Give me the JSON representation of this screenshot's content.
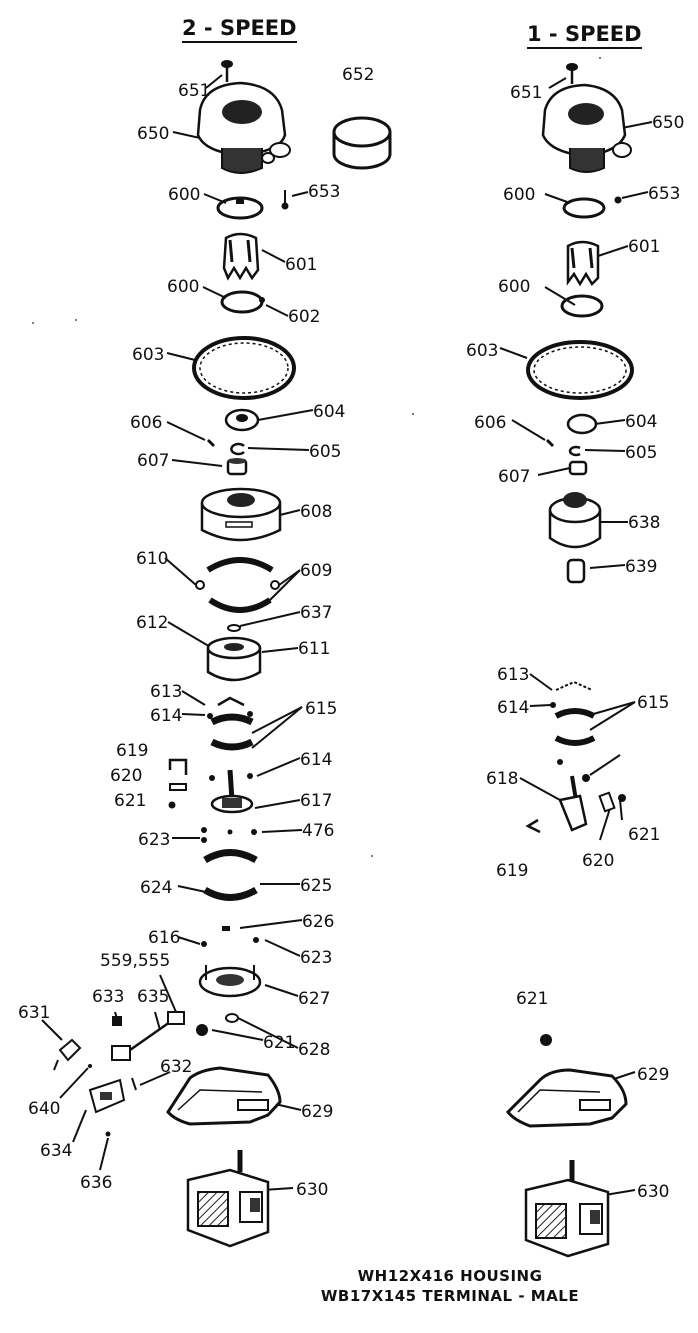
{
  "headers": {
    "left": "2 - SPEED",
    "right": "1 - SPEED"
  },
  "footer": {
    "line1": "WH12X416 HOUSING",
    "line2": "WB17X145 TERMINAL - MALE"
  },
  "left_labels": {
    "p651": "651",
    "p652": "652",
    "p650": "650",
    "p600a": "600",
    "p653": "653",
    "p601": "601",
    "p600b": "600",
    "p602": "602",
    "p603": "603",
    "p606": "606",
    "p604": "604",
    "p605": "605",
    "p607": "607",
    "p608": "608",
    "p610": "610",
    "p609": "609",
    "p637": "637",
    "p612": "612",
    "p611": "611",
    "p613": "613",
    "p614a": "614",
    "p615": "615",
    "p619": "619",
    "p620": "620",
    "p621a": "621",
    "p614b": "614",
    "p617": "617",
    "p623a": "623",
    "p476": "476",
    "p624": "624",
    "p625": "625",
    "p626": "626",
    "p616": "616",
    "p623b": "623",
    "p559": "559,555",
    "p633": "633",
    "p635": "635",
    "p631": "631",
    "p627": "627",
    "p621b": "621",
    "p628": "628",
    "p632": "632",
    "p640": "640",
    "p629": "629",
    "p634": "634",
    "p636": "636",
    "p630": "630"
  },
  "right_labels": {
    "p651": "651",
    "p650": "650",
    "p600a": "600",
    "p653": "653",
    "p601": "601",
    "p600b": "600",
    "p603": "603",
    "p606": "606",
    "p604": "604",
    "p605": "605",
    "p607": "607",
    "p638": "638",
    "p639": "639",
    "p613": "613",
    "p614": "614",
    "p615": "615",
    "p618": "618",
    "p621a": "621",
    "p619": "619",
    "p620": "620",
    "p621b": "621",
    "p629": "629",
    "p630": "630"
  }
}
